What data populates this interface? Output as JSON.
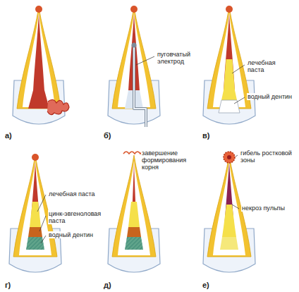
{
  "diagram": {
    "labels": [
      "а)",
      "пуговчатый электрод",
      "б)",
      "лечебная паста",
      "водный дентин",
      "в)",
      "лечебная паста",
      "цинк-эвгеноловая паста",
      "водный дентин",
      "г)",
      "завершение формирования корня",
      "д)",
      "гибель ростковой зоны",
      "некроз пульпы",
      "е)"
    ]
  }
}
